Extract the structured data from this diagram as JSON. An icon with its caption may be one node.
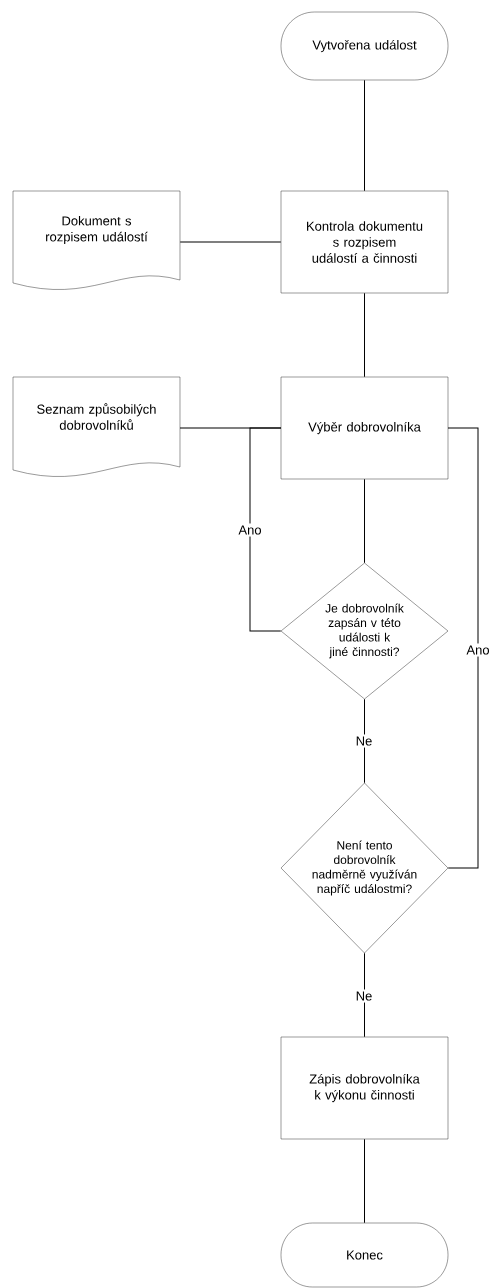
{
  "diagram": {
    "nodes": [
      {
        "text": [
          "Vytvořena událost"
        ]
      },
      {
        "text": [
          "Dokument s rozpisem událostí"
        ]
      },
      {
        "text": [
          "Kontrola dokumentu s rozpisem událostí a činnosti"
        ]
      },
      {
        "text": [
          "Seznam způsobilých dobrovolníků"
        ]
      },
      {
        "text": [
          "Výběr dobrovolníka"
        ]
      },
      {
        "text": [
          "Je dobrovolník zapsán v této události k jiné činnosti?"
        ]
      },
      {
        "text": [
          "Není tento dobrovolník nadměrně využíván napříč událostmi?"
        ]
      },
      {
        "text": [
          "Zápis dobrovolníka k výkonu činnosti"
        ]
      },
      {
        "text": [
          "Konec"
        ]
      }
    ],
    "edges": [
      {
        "from": 0,
        "to": 2,
        "arrow": "none"
      },
      {
        "from": 1,
        "to": 2,
        "arrow": "none"
      },
      {
        "from": 2,
        "to": 4,
        "arrow": "none"
      },
      {
        "from": 3,
        "to": 4,
        "arrow": "none"
      },
      {
        "from": 4,
        "to": 5,
        "arrow": "none"
      },
      {
        "from": 5,
        "to": 4,
        "arrow": "none",
        "label": "Ano"
      },
      {
        "from": 5,
        "to": 6,
        "arrow": "none",
        "label": "Ne"
      },
      {
        "from": 6,
        "to": 4,
        "arrow": "none",
        "label": "Ano"
      },
      {
        "from": 6,
        "to": 7,
        "arrow": "none",
        "label": "Ne"
      },
      {
        "from": 7,
        "to": 8,
        "arrow": "none"
      }
    ]
  }
}
